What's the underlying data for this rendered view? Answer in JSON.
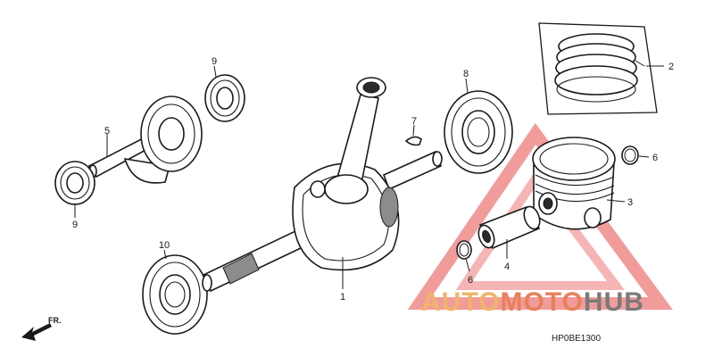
{
  "labels": {
    "p1": "1",
    "p2": "2",
    "p3": "3",
    "p4": "4",
    "p5": "5",
    "p6a": "6",
    "p6b": "6",
    "p7": "7",
    "p8": "8",
    "p9a": "9",
    "p9b": "9",
    "p10": "10"
  },
  "diagram_code": "HP0BE1300",
  "direction_label": "FR.",
  "watermark": {
    "part_a": "AUTO",
    "part_b": "MOTO",
    "part_c": "HUB",
    "colors": {
      "a": "#f0b46a",
      "b": "#e8805a",
      "c": "#7a7a7a",
      "triangle": "#e84a4a"
    }
  },
  "icons": {
    "direction": "arrow-left-down-icon"
  }
}
